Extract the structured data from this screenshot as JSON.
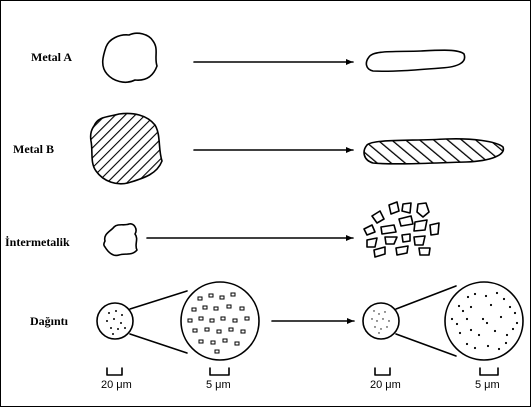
{
  "rows": [
    {
      "label": "Metal A"
    },
    {
      "label": "Metal B"
    },
    {
      "label": "İntermetalik"
    },
    {
      "label": "Dağıntı"
    }
  ],
  "scale_bars": [
    {
      "text": "20 μm"
    },
    {
      "text": "5 μm"
    },
    {
      "text": "20 μm"
    },
    {
      "text": "5 μm"
    }
  ]
}
